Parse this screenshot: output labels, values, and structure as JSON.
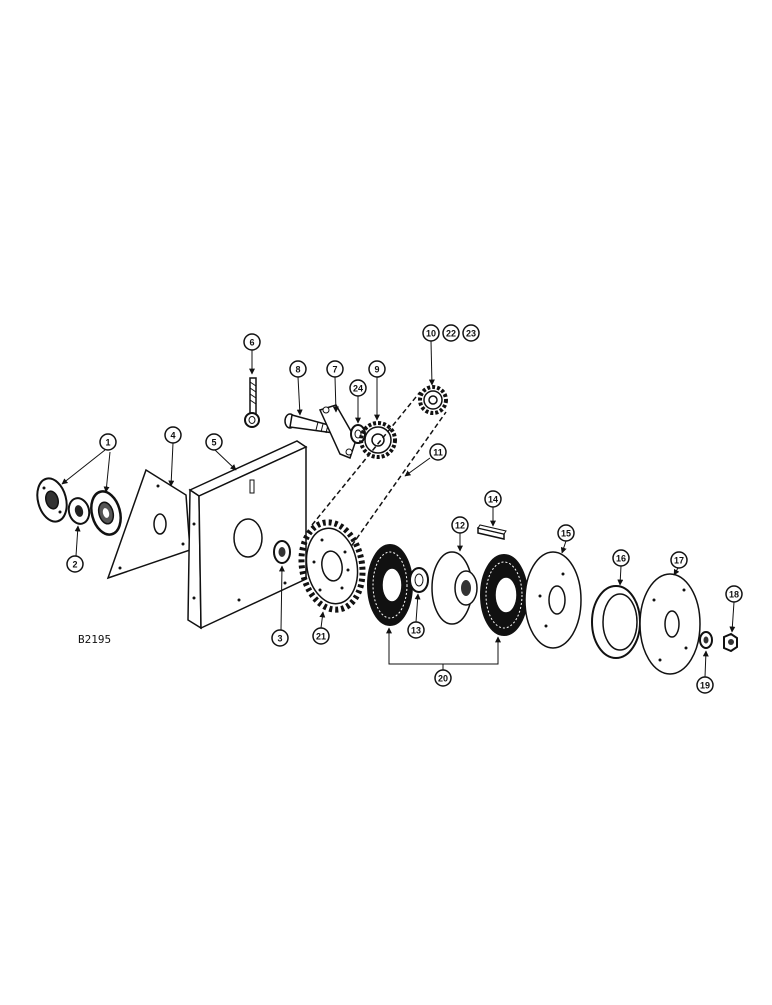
{
  "reference_code": "B2195",
  "callouts": [
    "1",
    "2",
    "3",
    "4",
    "5",
    "6",
    "7",
    "8",
    "9",
    "10",
    "22",
    "23",
    "24",
    "11",
    "12",
    "13",
    "14",
    "15",
    "16",
    "17",
    "18",
    "19",
    "20",
    "21"
  ]
}
